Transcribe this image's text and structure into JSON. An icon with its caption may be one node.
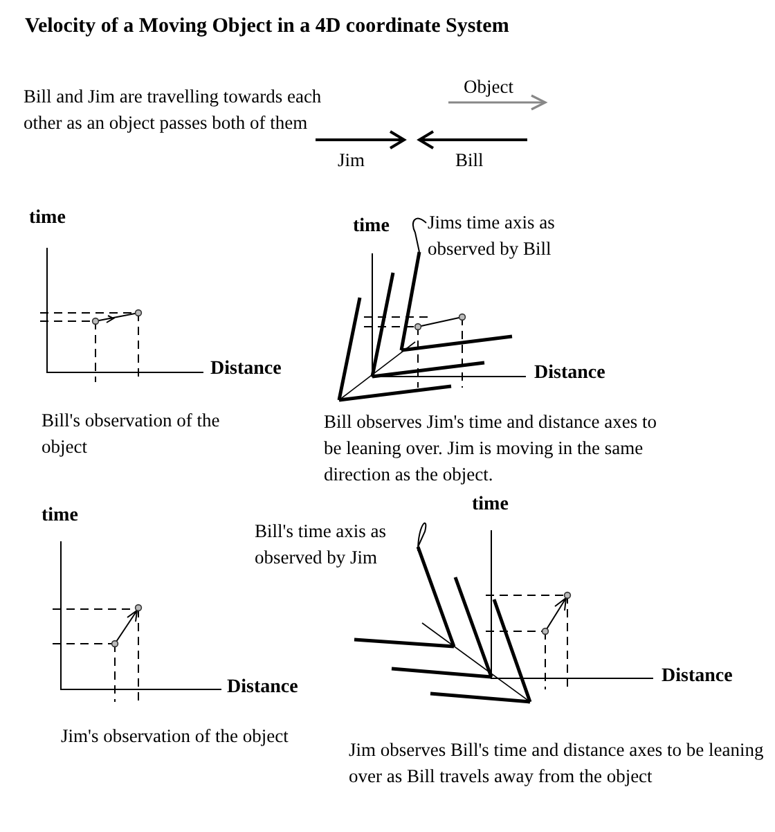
{
  "diagram": {
    "title": "Velocity of a Moving Object in a 4D coordinate System",
    "nodes": [
      {
        "text": [
          "Jims time axis as observed by Bill"
        ]
      },
      {
        "text": [
          "Bill's time axis as observed by Jim"
        ]
      }
    ],
    "edges": [
      {
        "from": 0,
        "to": null,
        "arrow": "none"
      },
      {
        "from": 1,
        "to": null,
        "arrow": "none"
      }
    ],
    "labels": [
      "Bill and Jim are travelling towards each other as an object passes both of them",
      "Object",
      "Jim",
      "Bill",
      "time",
      "time",
      "Distance",
      "Distance",
      "Bill's observation of the object",
      "Bill observes Jim's time and distance axes to be leaning over.  Jim is moving in the same direction as the object.",
      "time",
      "time",
      "Distance",
      "Jim's observation of the object",
      "Distance",
      "Jim observes Bill's time and distance axes to be leaning over as Bill travels away from the object"
    ]
  }
}
